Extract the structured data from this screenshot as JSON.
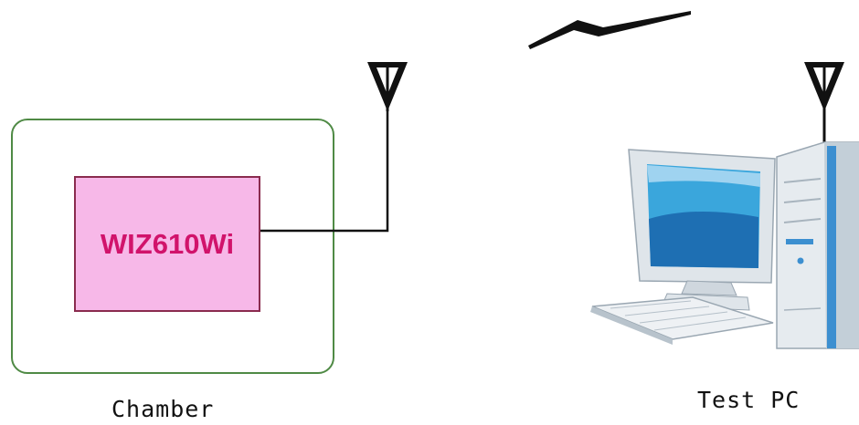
{
  "diagram": {
    "chamber_label": "Chamber",
    "device_label": "WIZ610Wi",
    "pc_label": "Test PC"
  },
  "colors": {
    "chamber_border": "#4f8a45",
    "device_fill": "#f7b8e8",
    "device_border": "#8a2b4e",
    "device_text": "#d1136b",
    "monitor_screen": "#3aa6dc",
    "tower_accent": "#3c8fd0"
  },
  "icons": [
    "antenna-icon",
    "wireless-link-icon",
    "computer-icon"
  ]
}
